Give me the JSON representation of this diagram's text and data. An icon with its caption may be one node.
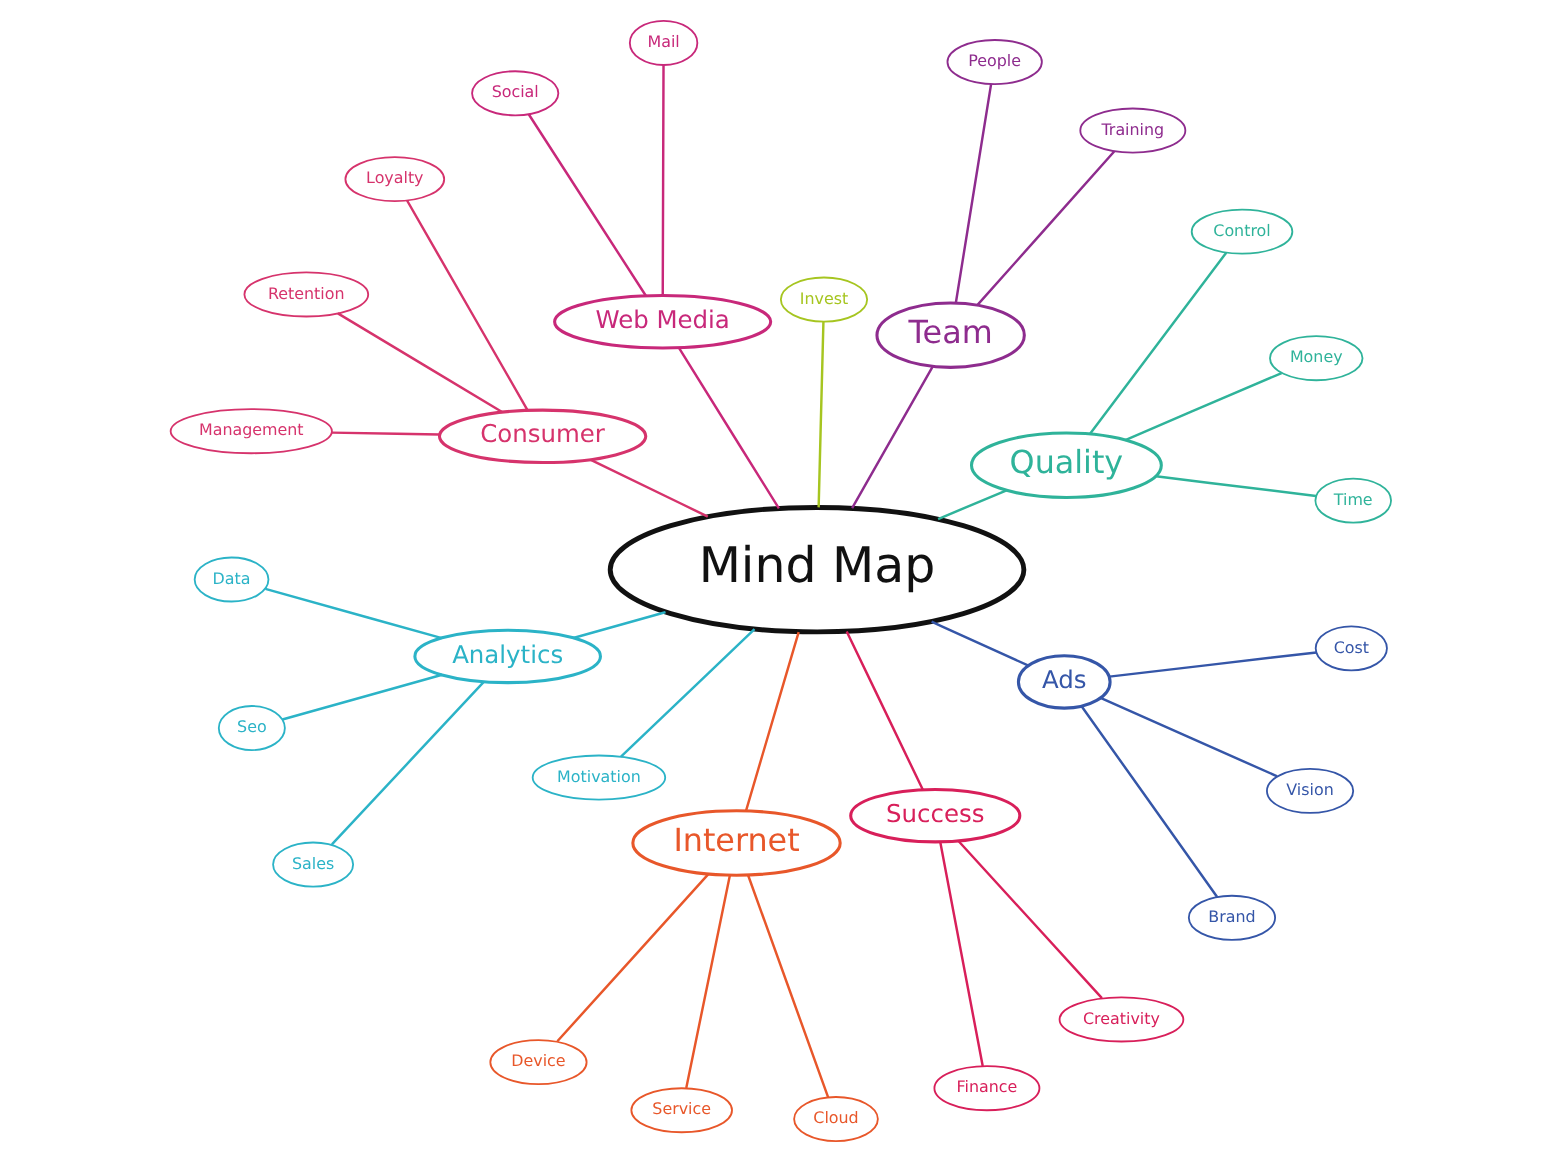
{
  "diagram": {
    "nodes": [
      {
        "text": [
          "Mind Map"
        ]
      },
      {
        "text": [
          "Quality"
        ]
      },
      {
        "text": [
          "Time"
        ]
      },
      {
        "text": [
          "Money"
        ]
      },
      {
        "text": [
          "Control"
        ]
      },
      {
        "text": [
          "Team"
        ]
      },
      {
        "text": [
          "Training"
        ]
      },
      {
        "text": [
          "People"
        ]
      },
      {
        "text": [
          "Invest"
        ]
      },
      {
        "text": [
          "Web Media"
        ]
      },
      {
        "text": [
          "Mail"
        ]
      },
      {
        "text": [
          "Social"
        ]
      },
      {
        "text": [
          "Consumer"
        ]
      },
      {
        "text": [
          "Loyalty"
        ]
      },
      {
        "text": [
          "Retention"
        ]
      },
      {
        "text": [
          "Management"
        ]
      },
      {
        "text": [
          "Analytics"
        ]
      },
      {
        "text": [
          "Data"
        ]
      },
      {
        "text": [
          "Seo"
        ]
      },
      {
        "text": [
          "Sales"
        ]
      },
      {
        "text": [
          "Motivation"
        ]
      },
      {
        "text": [
          "Internet"
        ]
      },
      {
        "text": [
          "Device"
        ]
      },
      {
        "text": [
          "Service"
        ]
      },
      {
        "text": [
          "Cloud"
        ]
      },
      {
        "text": [
          "Success"
        ]
      },
      {
        "text": [
          "Finance"
        ]
      },
      {
        "text": [
          "Creativity"
        ]
      },
      {
        "text": [
          "Ads"
        ]
      },
      {
        "text": [
          "Brand"
        ]
      },
      {
        "text": [
          "Vision"
        ]
      },
      {
        "text": [
          "Cost"
        ]
      }
    ],
    "edges": [
      {
        "from": 0,
        "to": 1,
        "arrow": "none",
        "color": "#2fb39a"
      },
      {
        "from": 1,
        "to": 2,
        "arrow": "none",
        "color": "#2fb39a"
      },
      {
        "from": 1,
        "to": 3,
        "arrow": "none",
        "color": "#2fb39a"
      },
      {
        "from": 1,
        "to": 4,
        "arrow": "none",
        "color": "#2fb39a"
      },
      {
        "from": 0,
        "to": 5,
        "arrow": "none",
        "color": "#8e2c8e"
      },
      {
        "from": 5,
        "to": 6,
        "arrow": "none",
        "color": "#8e2c8e"
      },
      {
        "from": 5,
        "to": 7,
        "arrow": "none",
        "color": "#8e2c8e"
      },
      {
        "from": 0,
        "to": 8,
        "arrow": "none",
        "color": "#a6c520"
      },
      {
        "from": 0,
        "to": 9,
        "arrow": "none",
        "color": "#c8287a"
      },
      {
        "from": 9,
        "to": 10,
        "arrow": "none",
        "color": "#c8287a"
      },
      {
        "from": 9,
        "to": 11,
        "arrow": "none",
        "color": "#c8287a"
      },
      {
        "from": 0,
        "to": 12,
        "arrow": "none",
        "color": "#d6336c"
      },
      {
        "from": 12,
        "to": 13,
        "arrow": "none",
        "color": "#d6336c"
      },
      {
        "from": 12,
        "to": 14,
        "arrow": "none",
        "color": "#d6336c"
      },
      {
        "from": 12,
        "to": 15,
        "arrow": "none",
        "color": "#d6336c"
      },
      {
        "from": 0,
        "to": 16,
        "arrow": "none",
        "color": "#2bb3c7"
      },
      {
        "from": 16,
        "to": 17,
        "arrow": "none",
        "color": "#2bb3c7"
      },
      {
        "from": 16,
        "to": 18,
        "arrow": "none",
        "color": "#2bb3c7"
      },
      {
        "from": 16,
        "to": 19,
        "arrow": "none",
        "color": "#2bb3c7"
      },
      {
        "from": 0,
        "to": 20,
        "arrow": "none",
        "color": "#2bb3c7"
      },
      {
        "from": 0,
        "to": 21,
        "arrow": "none",
        "color": "#e8572a"
      },
      {
        "from": 21,
        "to": 22,
        "arrow": "none",
        "color": "#e8572a"
      },
      {
        "from": 21,
        "to": 23,
        "arrow": "none",
        "color": "#e8572a"
      },
      {
        "from": 21,
        "to": 24,
        "arrow": "none",
        "color": "#e8572a"
      },
      {
        "from": 0,
        "to": 25,
        "arrow": "none",
        "color": "#d81f5a"
      },
      {
        "from": 25,
        "to": 26,
        "arrow": "none",
        "color": "#d81f5a"
      },
      {
        "from": 25,
        "to": 27,
        "arrow": "none",
        "color": "#d81f5a"
      },
      {
        "from": 0,
        "to": 28,
        "arrow": "none",
        "color": "#3556a8"
      },
      {
        "from": 28,
        "to": 29,
        "arrow": "none",
        "color": "#3556a8"
      },
      {
        "from": 28,
        "to": 30,
        "arrow": "none",
        "color": "#3556a8"
      },
      {
        "from": 28,
        "to": 31,
        "arrow": "none",
        "color": "#3556a8"
      }
    ]
  }
}
